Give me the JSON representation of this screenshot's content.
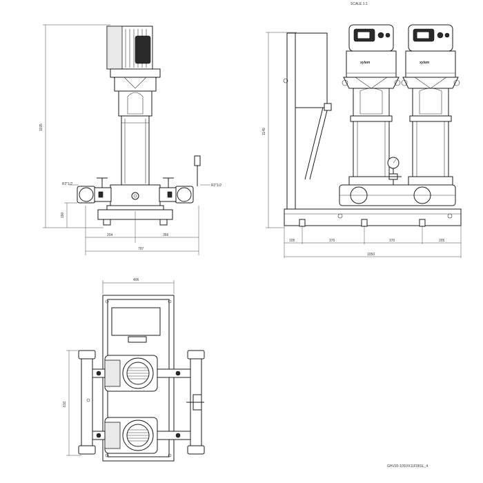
{
  "header": {
    "scale": "SCALE 1:1"
  },
  "side_view": {
    "height_label": "1195",
    "left_port": "R2\"1/2",
    "right_port": "R2\"1/2",
    "base_height": "190",
    "dim_left": "204",
    "dim_right": "356",
    "dim_total": "797"
  },
  "front_view": {
    "height_label": "1149",
    "brand_left": "xylem",
    "brand_right": "xylem",
    "dims": [
      "105",
      "370",
      "370",
      "205"
    ],
    "dim_total": "1050"
  },
  "top_view": {
    "width_label": "406",
    "depth_label": "610"
  },
  "footer": {
    "drawing_code": "GHV20-10SVX11F05SL_4"
  }
}
